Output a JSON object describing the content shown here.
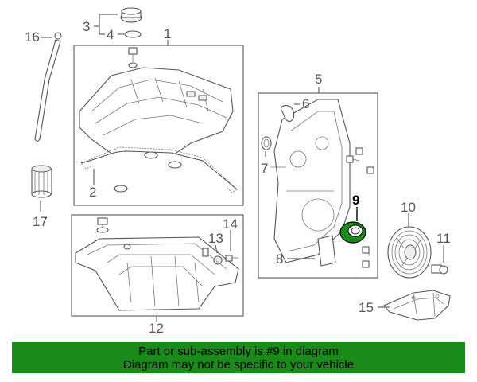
{
  "diagram": {
    "callouts": {
      "c1": "1",
      "c2": "2",
      "c3": "3",
      "c4": "4",
      "c5": "5",
      "c6": "6",
      "c7": "7",
      "c8": "8",
      "c9": "9",
      "c10": "10",
      "c11": "11",
      "c12": "12",
      "c13": "13",
      "c14": "14",
      "c15": "15",
      "c16": "16",
      "c17": "17"
    },
    "highlight_color": "#1a8a1a"
  },
  "banner": {
    "line1": "Part or sub-assembly is #9 in diagram",
    "line2": "Diagram may not be specific to your vehicle",
    "background": "#1a8a1a"
  }
}
